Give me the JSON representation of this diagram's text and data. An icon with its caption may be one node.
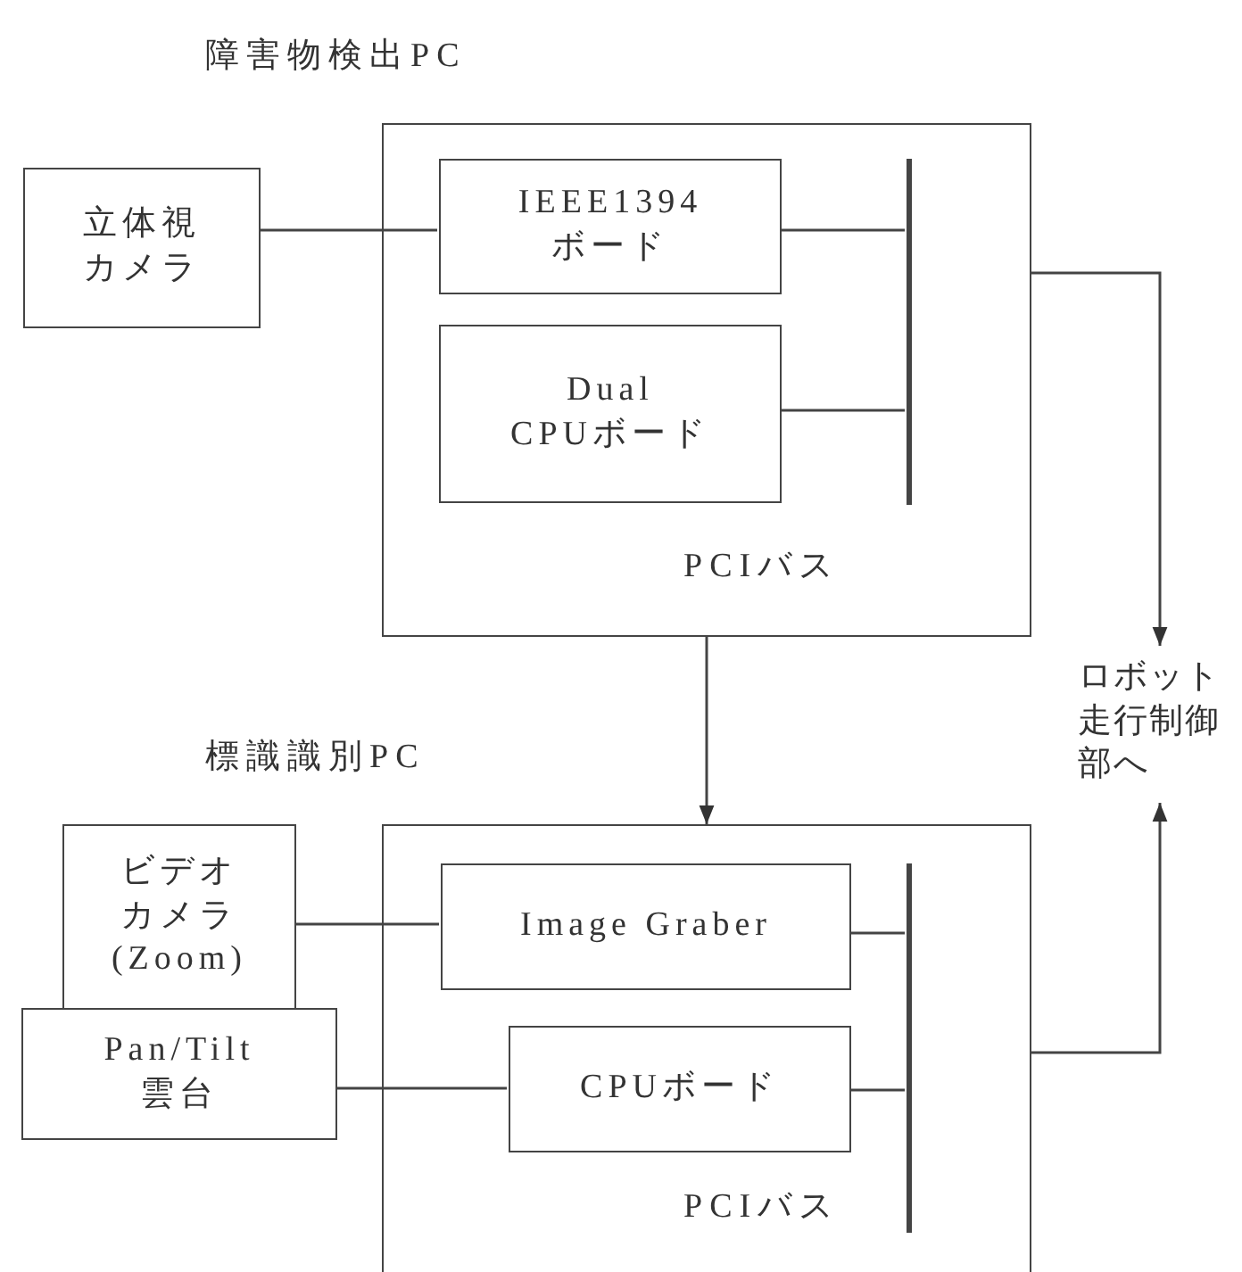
{
  "diagram": {
    "nodes": [
      {
        "text": [
          "障害物検出PC"
        ]
      },
      {
        "text": [
          "IEEE1394 ボード"
        ],
        "in": 0
      },
      {
        "text": [
          "Dual CPUボード"
        ],
        "in": 0
      },
      {
        "text": [],
        "shape": "bar",
        "in": 0
      },
      {
        "text": [
          "立体視カメラ"
        ]
      },
      {
        "text": [
          "ロボット走行制御部へ"
        ]
      },
      {
        "text": [
          "標識識別PC"
        ]
      },
      {
        "text": [
          "Image Graber"
        ],
        "in": 6
      },
      {
        "text": [
          "CPUボード"
        ],
        "in": 6
      },
      {
        "text": [],
        "shape": "bar",
        "in": 6
      },
      {
        "text": [
          "ビデオカメラ(Zoom)"
        ]
      },
      {
        "text": [
          "Pan/Tilt 雲台"
        ]
      }
    ],
    "edges": [
      {
        "from": 4,
        "to": 1,
        "arrow": "none"
      },
      {
        "from": 1,
        "to": 3,
        "arrow": "none"
      },
      {
        "from": 2,
        "to": 3,
        "arrow": "none"
      },
      {
        "from": 0,
        "to": 5,
        "arrow": "to"
      },
      {
        "from": 0,
        "to": 6,
        "arrow": "to"
      },
      {
        "from": 10,
        "to": 7,
        "arrow": "none"
      },
      {
        "from": 11,
        "to": 8,
        "arrow": "none"
      },
      {
        "from": 7,
        "to": 9,
        "arrow": "none"
      },
      {
        "from": 8,
        "to": 9,
        "arrow": "none"
      },
      {
        "from": 6,
        "to": 5,
        "arrow": "to"
      }
    ],
    "labels": [
      "PCIバス",
      "PCIバス"
    ]
  }
}
